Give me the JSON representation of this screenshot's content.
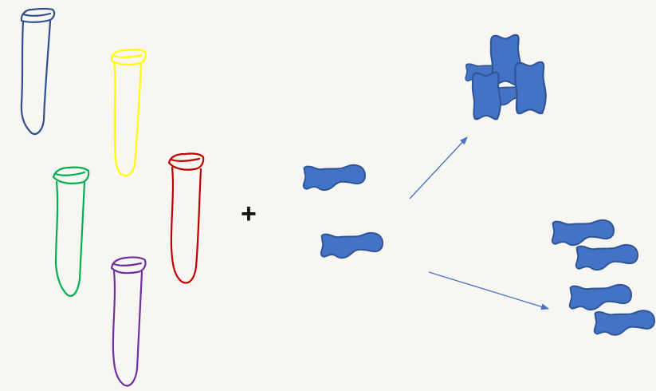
{
  "diagram": {
    "operator": "+",
    "tubes": [
      {
        "name": "blue-tube",
        "color": "#2f4f8f"
      },
      {
        "name": "yellow-tube",
        "color": "#ffff00"
      },
      {
        "name": "red-tube",
        "color": "#c00000"
      },
      {
        "name": "green-tube",
        "color": "#00b050"
      },
      {
        "name": "purple-tube",
        "color": "#7030a0"
      }
    ],
    "molecule_color": "#4472c4",
    "molecule_outline": "#2f5597",
    "arrow_color": "#4472c4",
    "outcomes": [
      {
        "name": "aggregated-clump"
      },
      {
        "name": "dispersed-molecules"
      }
    ]
  }
}
